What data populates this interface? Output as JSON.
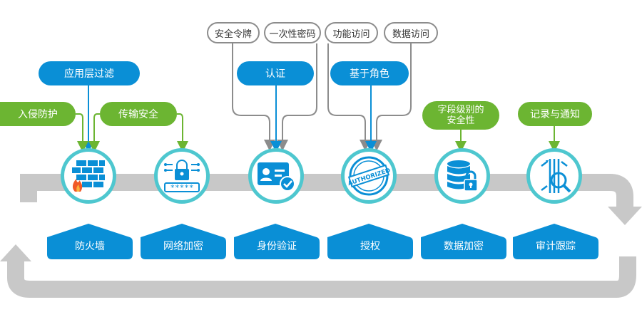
{
  "top_sources": {
    "token": "安全令牌",
    "otp": "一次性密码",
    "function_access": "功能访问",
    "data_access": "数据访问"
  },
  "feature_pills": {
    "app_filter": "应用层过滤",
    "intrusion": "入侵防护",
    "transmission": "传输安全",
    "auth": "认证",
    "role_based": "基于角色",
    "field_security_line1": "字段级别的",
    "field_security_line2": "安全性",
    "record_notify": "记录与通知"
  },
  "stages": [
    {
      "label": "防火墙",
      "icon": "firewall-icon"
    },
    {
      "label": "网络加密",
      "icon": "network-lock-icon"
    },
    {
      "label": "身份验证",
      "icon": "id-card-check-icon"
    },
    {
      "label": "授权",
      "icon": "authorized-stamp-icon"
    },
    {
      "label": "数据加密",
      "icon": "database-lock-icon"
    },
    {
      "label": "审计跟踪",
      "icon": "audit-magnifier-icon"
    }
  ],
  "stamp_text": "AUTHORIZED",
  "password_mask": "*****",
  "colors": {
    "blue": "#0a8fd6",
    "green": "#6cb532",
    "teal_ring": "#4ec7cf",
    "loop_gray": "#c8c8c8",
    "connector_gray": "#8c8c8c"
  }
}
